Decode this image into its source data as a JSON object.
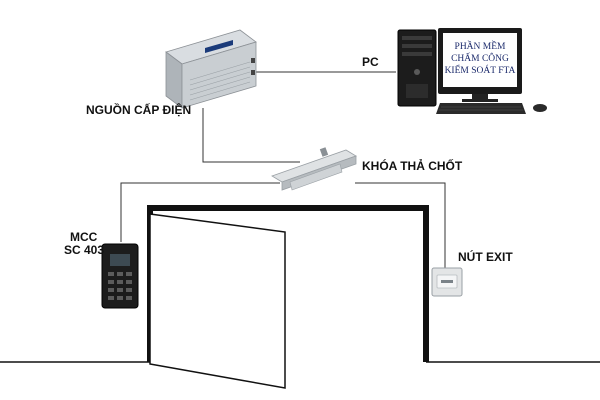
{
  "labels": {
    "power_supply": "NGUỒN CẤP ĐIỆN",
    "pc": "PC",
    "lock": "KHÓA THẢ CHỐT",
    "reader_line1": "MCC",
    "reader_line2": "SC 403",
    "exit_button": "NÚT EXIT"
  },
  "monitor_screen": {
    "line1": "PHẦN MỀM",
    "line2": "CHẤM CÔNG",
    "line3": "KIỂM SOÁT FTA"
  },
  "colors": {
    "line": "#333333",
    "door_frame": "#111111",
    "device_body": "#c9ced2",
    "reader_body": "#1c1c1c"
  }
}
